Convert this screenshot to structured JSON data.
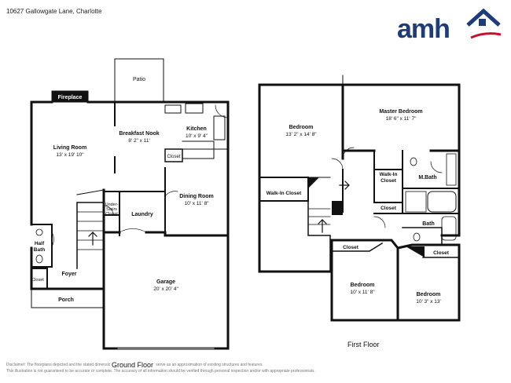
{
  "header": {
    "address": "10627 Gallowgate Lane, Charlotte",
    "logo_text": "amh",
    "logo_color": "#1f3c7a",
    "logo_accent": "#c8102e"
  },
  "ground_floor": {
    "title": "Ground Floor",
    "rooms": {
      "patio": {
        "name": "Patio",
        "dims": ""
      },
      "fireplace": {
        "name": "Fireplace",
        "dims": ""
      },
      "living_room": {
        "name": "Living Room",
        "dims": "13' x 19' 10\""
      },
      "breakfast_nook": {
        "name": "Breakfast Nook",
        "dims": "8' 2\" x 11'"
      },
      "kitchen": {
        "name": "Kitchen",
        "dims": "10' x 9' 4\""
      },
      "closet_kitchen": {
        "name": "Closet",
        "dims": ""
      },
      "dining_room": {
        "name": "Dining Room",
        "dims": "10' x 11' 8\""
      },
      "understairs": {
        "name_lines": [
          "Under-",
          "Stairs",
          "Closet"
        ]
      },
      "laundry": {
        "name": "Laundry",
        "dims": ""
      },
      "half_bath": {
        "name_lines": [
          "Half",
          "Bath"
        ]
      },
      "closet_foyer": {
        "name": "Closet",
        "dims": ""
      },
      "foyer": {
        "name": "Foyer",
        "dims": ""
      },
      "porch": {
        "name": "Porch",
        "dims": ""
      },
      "garage": {
        "name": "Garage",
        "dims": "20' x 20' 4\""
      }
    }
  },
  "first_floor": {
    "title": "First Floor",
    "rooms": {
      "bedroom_1": {
        "name": "Bedroom",
        "dims": "13' 2\" x 14' 8\""
      },
      "master_bedroom": {
        "name": "Master Bedroom",
        "dims": "18' 6\" x 11' 7\""
      },
      "walkin_closet_1": {
        "name": "Walk-In Closet",
        "dims": ""
      },
      "walkin_closet_2": {
        "name_lines": [
          "Walk-In",
          "Closet"
        ]
      },
      "m_bath": {
        "name": "M.Bath",
        "dims": ""
      },
      "closet_upper": {
        "name": "Closet",
        "dims": ""
      },
      "bath": {
        "name": "Bath",
        "dims": ""
      },
      "closet_bed2": {
        "name": "Closet",
        "dims": ""
      },
      "closet_bed3": {
        "name": "Closet",
        "dims": ""
      },
      "bedroom_2": {
        "name": "Bedroom",
        "dims": "10' x 11' 8\""
      },
      "bedroom_3": {
        "name": "Bedroom",
        "dims": "10' 3\" x 13'"
      }
    }
  },
  "disclaimer": {
    "line1": "Disclaimer: The floorplans depicted and the stated dimensions are indicative only and serve as an approximation of existing structures and features.",
    "line2": "This illustration is not guaranteed to be accurate or complete. The accuracy of all information should be verified through personal inspection and/or with appropriate professionals."
  }
}
